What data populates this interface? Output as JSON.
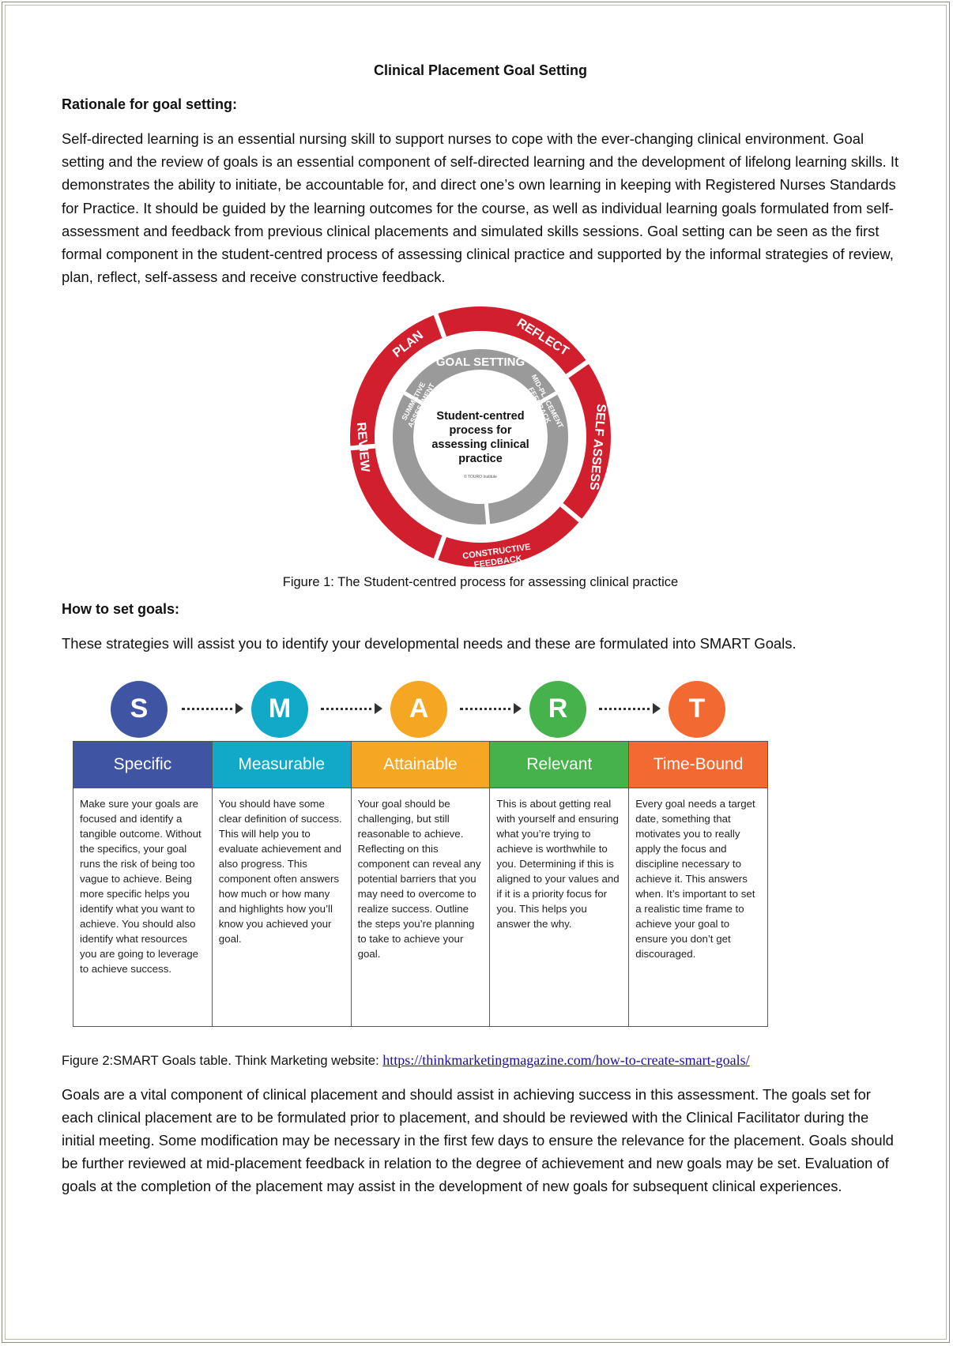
{
  "title": "Clinical Placement Goal Setting",
  "rationale": {
    "heading": "Rationale for goal setting:",
    "body": "Self-directed learning is an essential nursing skill to support nurses to cope with the ever-changing clinical environment. Goal setting and the review of goals is an essential component of self-directed learning and the development of lifelong learning skills. It demonstrates the ability to initiate, be accountable for, and direct one’s own learning in keeping with Registered Nurses Standards for Practice. It should be guided by the learning outcomes for the course, as well as individual learning goals formulated from self-assessment and feedback from previous clinical placements and simulated skills sessions. Goal setting can be seen as the first formal component in the student-centred process of assessing clinical practice and supported by the informal strategies of review, plan, reflect, self-assess and receive constructive feedback."
  },
  "figure1": {
    "outer_labels": [
      "PLAN",
      "REFLECT",
      "SELF ASSESS",
      "CONSTRUCTIVE",
      "FEEDBACK",
      "REVIEW"
    ],
    "inner_labels": [
      "GOAL SETTING",
      "SUMMATIVE",
      "ASSESSMENT",
      "MID-PLACEMENT",
      "FEEDBACK"
    ],
    "center_text": [
      "Student-centred",
      "process for",
      "assessing clinical",
      "practice"
    ],
    "small_print": "© TOURO Institute",
    "caption": "Figure 1: The Student-centred process for assessing clinical practice"
  },
  "how_to": {
    "heading": "How to set goals:",
    "body": "These strategies will assist you to identify your developmental needs and these are formulated into SMART Goals."
  },
  "smart": {
    "letters": [
      "S",
      "M",
      "A",
      "R",
      "T"
    ],
    "colors": [
      "#3f55a3",
      "#12a9c9",
      "#f5a623",
      "#45b24b",
      "#f26a32"
    ],
    "columns": [
      {
        "title": "Specific",
        "text": "Make sure your goals are focused and identify a tangible outcome. Without the specifics, your goal runs the risk of being too vague to achieve. Being more specific helps you identify what you want to achieve. You should also identify what resources you are going to leverage to achieve success."
      },
      {
        "title": "Measurable",
        "text": "You should have some clear definition of success. This will help you to evaluate achievement and also progress. This component often answers how much or how many and highlights how you’ll know you achieved your goal."
      },
      {
        "title": "Attainable",
        "text": "Your goal should be challenging, but still reasonable to achieve. Reflecting on this component can reveal any potential barriers that you may need to overcome to realize success. Outline the steps you’re planning to take to achieve your goal."
      },
      {
        "title": "Relevant",
        "text": "This is about getting real with yourself and ensuring what you’re trying to achieve is worthwhile to you. Determining if this is aligned to your values and if it is a priority focus for you. This helps you answer the why."
      },
      {
        "title": "Time-Bound",
        "text": "Every goal needs a target date, something that motivates you to really apply the focus and discipline necessary to achieve it. This answers when. It’s important to set a realistic time frame to achieve your goal to ensure you don’t get discouraged."
      }
    ],
    "caption_prefix": "Figure 2:SMART Goals table. Think Marketing website: ",
    "caption_link": "https://thinkmarketingmagazine.com/how-to-create-smart-goals/"
  },
  "closing": {
    "body": "Goals are a vital component of clinical placement and should assist in achieving success in this assessment. The goals set for each clinical placement are to be formulated prior to placement, and should be reviewed with the Clinical Facilitator during the initial meeting. Some modification may be necessary in the first few days to ensure the relevance for the placement. Goals should be further reviewed at mid-placement feedback in relation to the degree of achievement and new goals may be set. Evaluation of goals at the completion of the placement may assist in the development of new goals for subsequent clinical experiences."
  }
}
